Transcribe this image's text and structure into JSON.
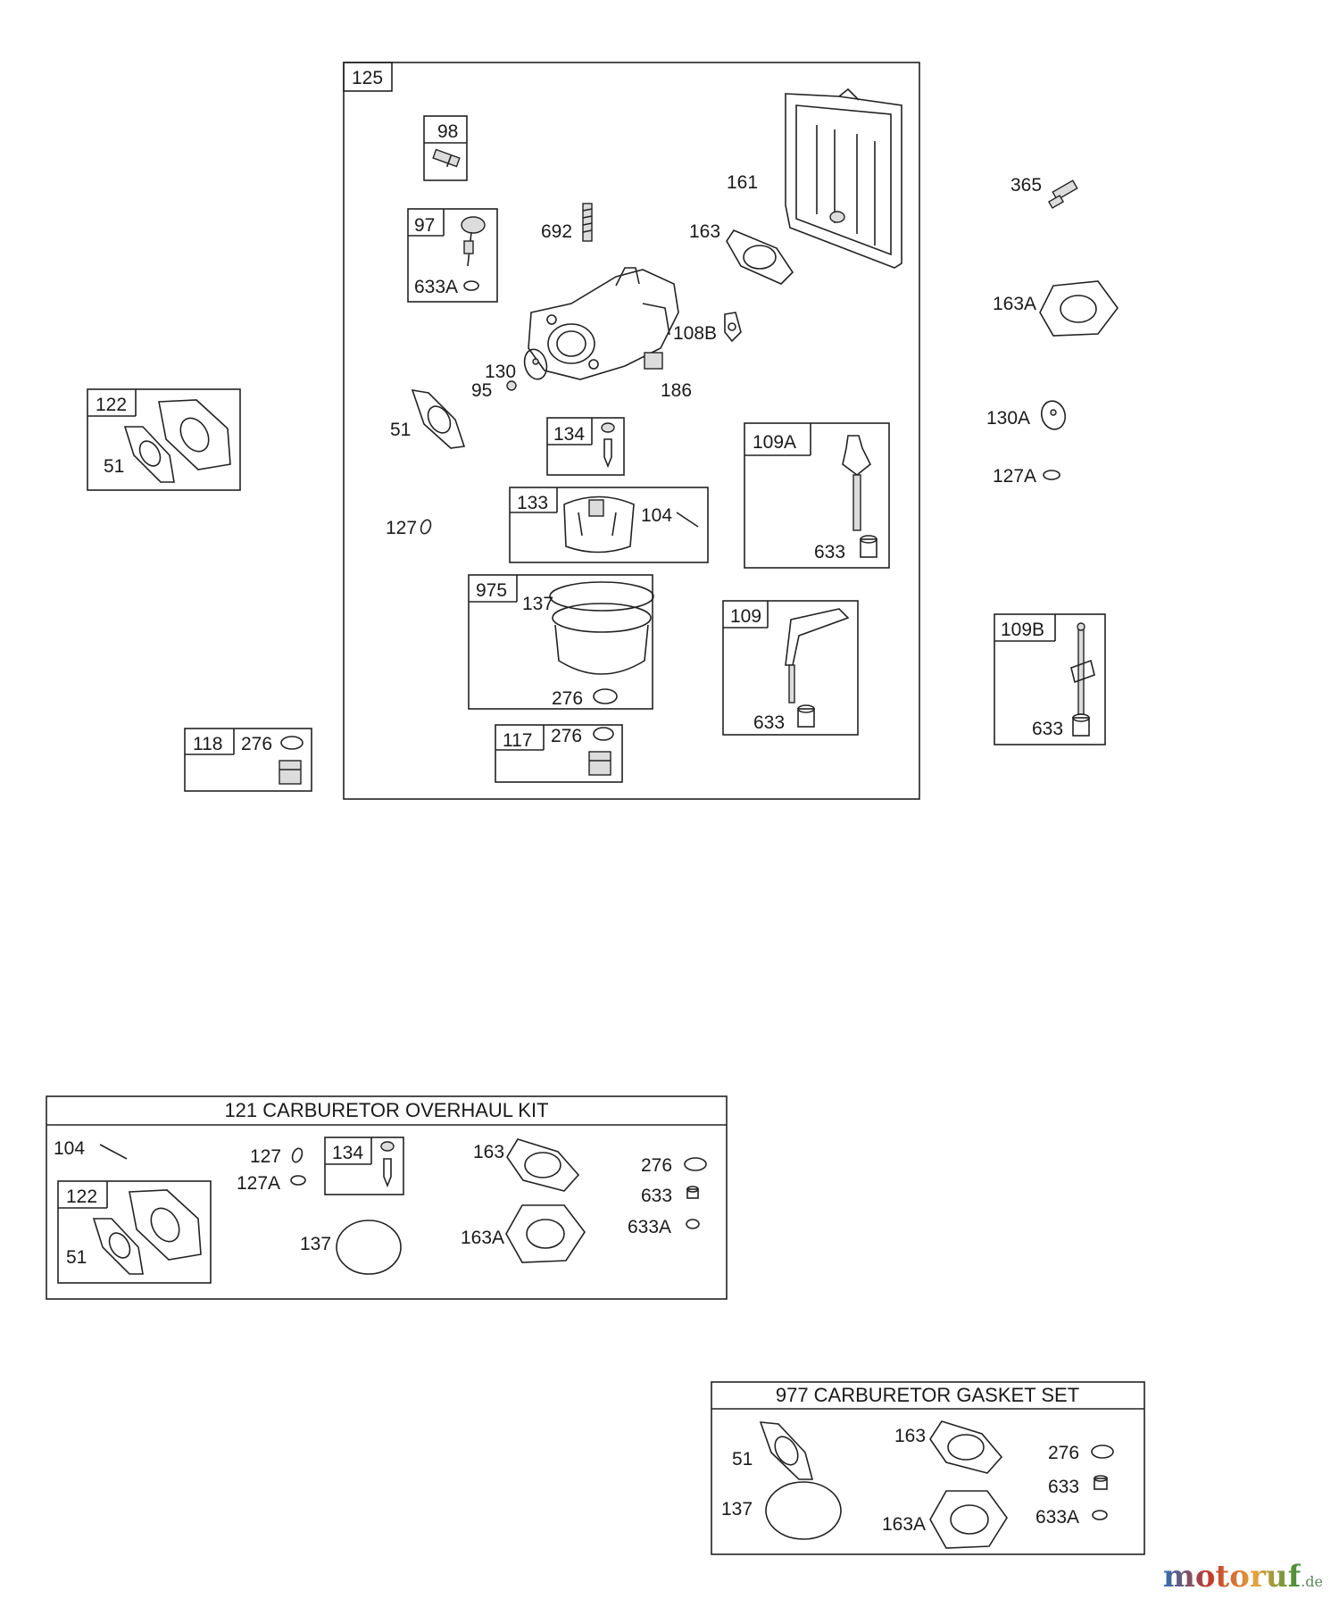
{
  "callouts": {
    "c125": "125",
    "c98": "98",
    "c97": "97",
    "c633A_97": "633A",
    "c692": "692",
    "c161": "161",
    "c163": "163",
    "c108B": "108B",
    "c130": "130",
    "c95": "95",
    "c186": "186",
    "c51": "51",
    "c134": "134",
    "c109A": "109A",
    "c633_109A": "633",
    "c127": "127",
    "c133": "133",
    "c104": "104",
    "c975": "975",
    "c137": "137",
    "c276_975": "276",
    "c109": "109",
    "c633_109": "633",
    "c117": "117",
    "c276_117": "276",
    "c365": "365",
    "c163A": "163A",
    "c130A": "130A",
    "c127A": "127A",
    "c109B": "109B",
    "c633_109B": "633",
    "c122": "122",
    "c51_122": "51",
    "c118": "118",
    "c276_118": "276"
  },
  "kit121": {
    "title": "121 CARBURETOR OVERHAUL KIT",
    "labels": {
      "l104": "104",
      "l127": "127",
      "l127A": "127A",
      "l134": "134",
      "l163": "163",
      "l163A": "163A",
      "l276": "276",
      "l633": "633",
      "l633A": "633A",
      "l122": "122",
      "l51": "51",
      "l137": "137"
    }
  },
  "kit977": {
    "title": "977 CARBURETOR GASKET SET",
    "labels": {
      "l51": "51",
      "l137": "137",
      "l163": "163",
      "l163A": "163A",
      "l276": "276",
      "l633": "633",
      "l633A": "633A"
    }
  },
  "watermark": {
    "brand": "motoruf",
    "tld": ".de"
  }
}
